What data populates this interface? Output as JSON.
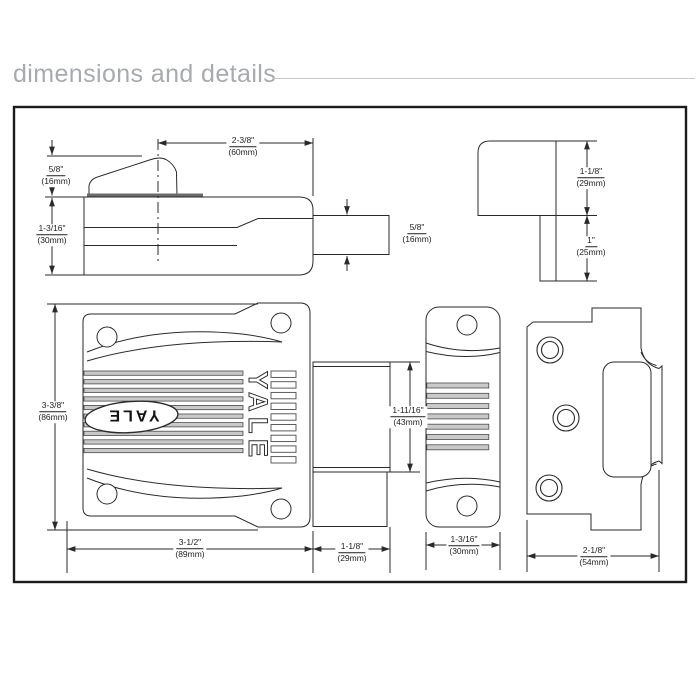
{
  "header": {
    "title": "dimensions and details"
  },
  "branding": {
    "logo": "YALE",
    "thumbturn_logo": "YALE"
  },
  "colors": {
    "line": "#2a2a2a",
    "title": "#a7abae",
    "rule": "#c6c8ca",
    "border": "#1b1b1b",
    "background": "#ffffff",
    "ridge_fill": "#c9c9c9"
  },
  "dims": {
    "top_width": {
      "in": "2-3/8\"",
      "mm": "(60mm)"
    },
    "knob_height": {
      "in": "5/8\"",
      "mm": "(16mm)"
    },
    "case_depth": {
      "in": "1-3/16\"",
      "mm": "(30mm)"
    },
    "bolt_diameter": {
      "in": "5/8\"",
      "mm": "(16mm)"
    },
    "strike_top_height": {
      "in": "1-1/8\"",
      "mm": "(29mm)"
    },
    "strike_leg_height": {
      "in": "1\"",
      "mm": "(25mm)"
    },
    "body_height": {
      "in": "3-3/8\"",
      "mm": "(86mm)"
    },
    "bolt_housing_height": {
      "in": "1-11/16\"",
      "mm": "(43mm)"
    },
    "body_width": {
      "in": "3-1/2\"",
      "mm": "(89mm)"
    },
    "bolt_projection": {
      "in": "1-1/8\"",
      "mm": "(29mm)"
    },
    "edge_strike_width": {
      "in": "1-3/16\"",
      "mm": "(30mm)"
    },
    "strike_plate_width": {
      "in": "2-1/8\"",
      "mm": "(54mm)"
    }
  }
}
